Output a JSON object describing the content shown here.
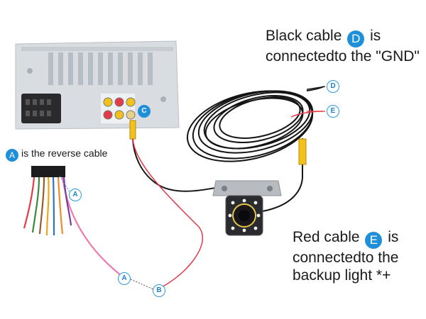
{
  "labels": {
    "black_cable": {
      "prefix": "Black cable",
      "badge": "D",
      "suffix": "is",
      "line2": "connectedto the \"GND\""
    },
    "red_cable": {
      "prefix": "Red cable",
      "badge": "E",
      "suffix": "is",
      "line2": "connectedto the",
      "line3": "backup light *+"
    },
    "reverse_cable": {
      "badge": "A",
      "text": "is the reverse cable"
    }
  },
  "markers": {
    "C": "C",
    "D": "D",
    "E": "E",
    "A_harness": "A",
    "A_wire": "A",
    "B_wire": "B"
  },
  "colors": {
    "badge": "#1e8fd8",
    "red_wire": "#e33b4a",
    "pink_wire": "#ee79ad",
    "black_cable": "#141414",
    "yellow_plug": "#f2c21b",
    "head_unit": "#d4d8dc"
  }
}
